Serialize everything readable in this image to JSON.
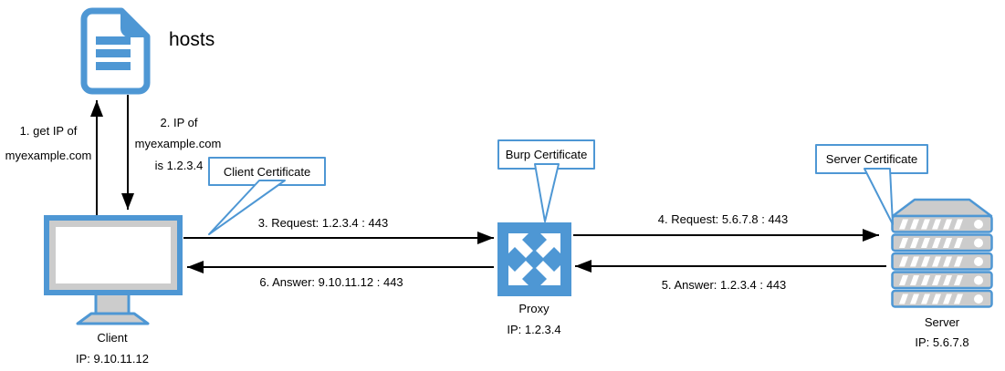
{
  "colors": {
    "accent_blue": "#4E97D4",
    "node_gray": "#cccccc",
    "arrow_black": "#000000",
    "background": "#ffffff"
  },
  "icons": {
    "hosts": "document-icon",
    "client": "monitor-icon",
    "proxy": "proxy-crossing-arrows-icon",
    "server": "server-stack-icon"
  },
  "hosts": {
    "label": "hosts"
  },
  "client": {
    "label": "Client",
    "ip": "IP: 9.10.11.12"
  },
  "proxy": {
    "label": "Proxy",
    "ip": "IP: 1.2.3.4"
  },
  "server": {
    "label": "Server",
    "ip": "IP: 5.6.7.8"
  },
  "callouts": {
    "client_certificate": "Client Certificate",
    "burp_certificate": "Burp Certificate",
    "server_certificate": "Server Certificate"
  },
  "steps": {
    "step1_line1": "1. get IP of",
    "step1_line2": "myexample.com",
    "step2_line1": "2. IP of",
    "step2_line2": "myexample.com",
    "step2_line3": "is 1.2.3.4",
    "step3": "3. Request: 1.2.3.4 : 443",
    "step4": "4. Request: 5.6.7.8 : 443",
    "step5": "5. Answer: 1.2.3.4 : 443",
    "step6": "6. Answer: 9.10.11.12 : 443"
  }
}
